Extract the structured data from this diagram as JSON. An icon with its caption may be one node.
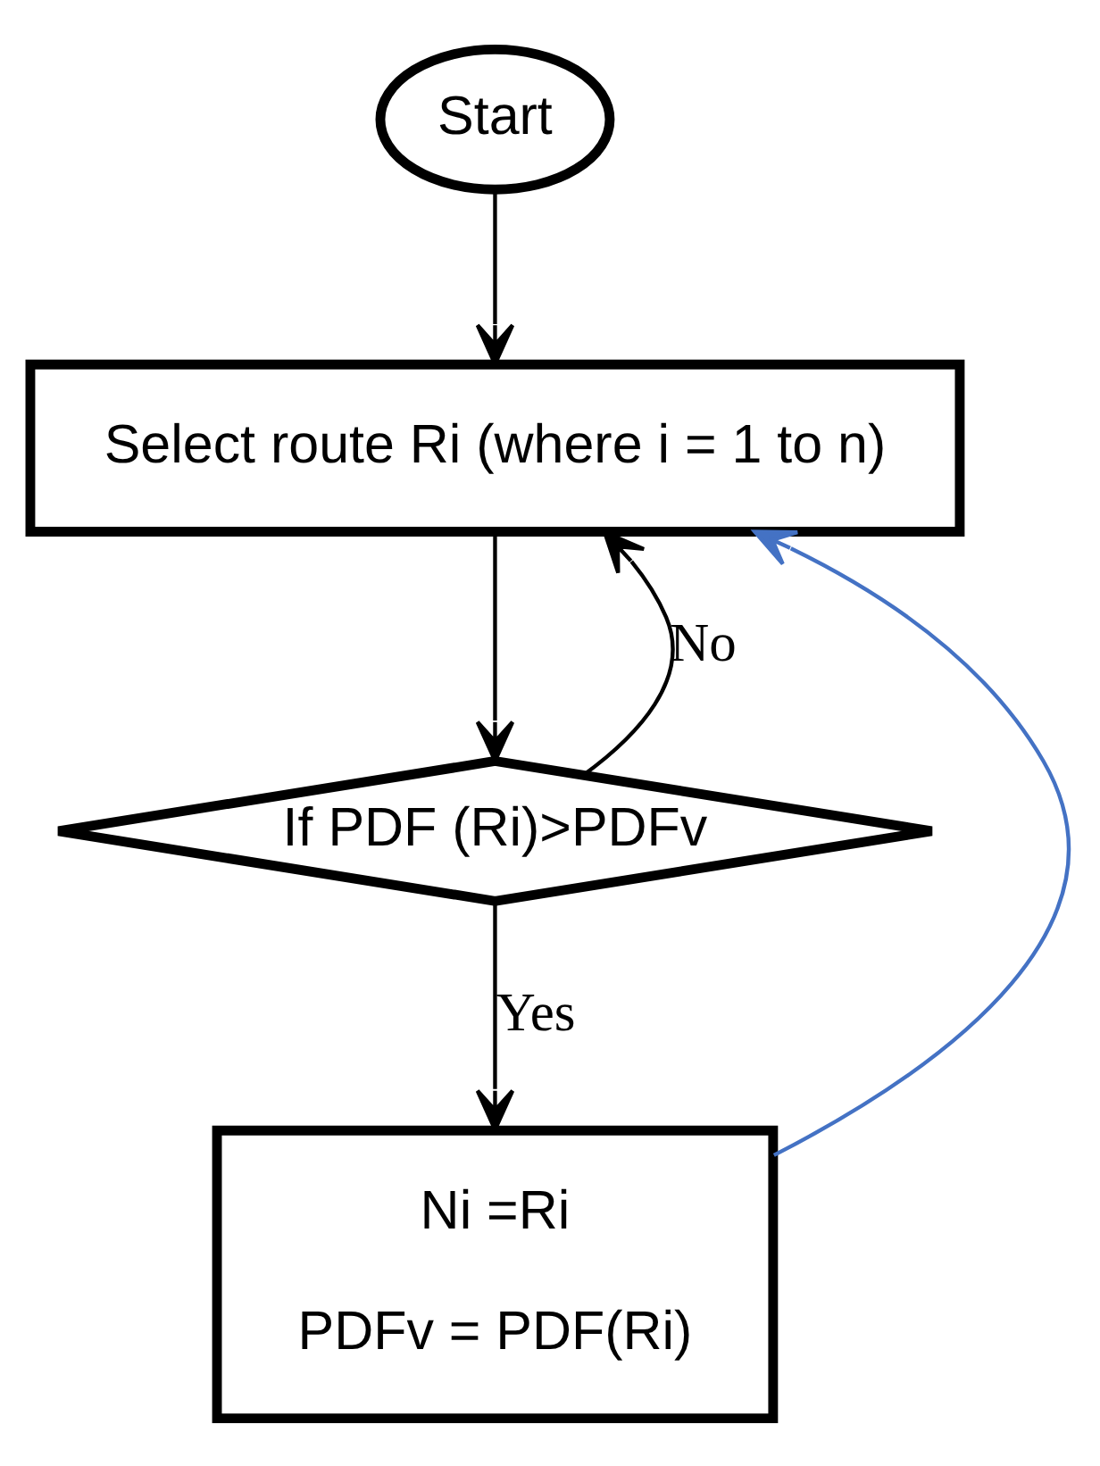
{
  "diagram": {
    "nodes": [
      {
        "text": [
          "Start"
        ]
      },
      {
        "text": [
          "Select route Ri (where i = 1 to n)"
        ]
      },
      {
        "text": [
          "If PDF (Ri)>PDFv"
        ]
      },
      {
        "text": [
          "Ni =Ri",
          "PDFv = PDF(Ri)"
        ]
      }
    ],
    "edges": [
      {
        "from": 0,
        "to": 1,
        "arrow": "to"
      },
      {
        "from": 1,
        "to": 2,
        "arrow": "to"
      },
      {
        "from": 2,
        "to": 3,
        "arrow": "to",
        "label": "Yes"
      },
      {
        "from": 2,
        "to": 1,
        "arrow": "to",
        "label": "No"
      },
      {
        "from": 3,
        "to": 1,
        "arrow": "to",
        "color": "#4472c4"
      }
    ]
  }
}
